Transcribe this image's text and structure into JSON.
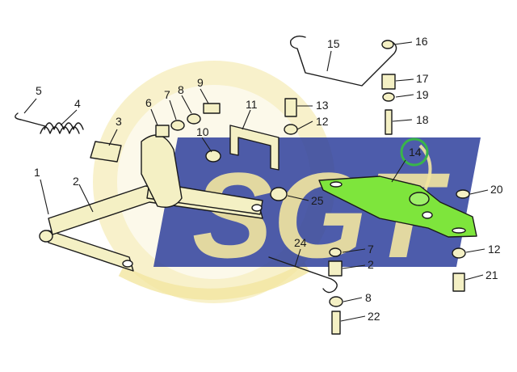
{
  "watermark": {
    "text": "SGT"
  },
  "colors": {
    "part_fill": "#f4f0c4",
    "highlight_part": "#7ee53c",
    "highlight_ring": "#39b54a",
    "watermark_blue": "#2e3f9c",
    "watermark_gold": "#f3e6a0",
    "line": "#1a1a1a"
  },
  "callouts": [
    {
      "id": "c1",
      "label": "1"
    },
    {
      "id": "c2a",
      "label": "2"
    },
    {
      "id": "c2b",
      "label": "2"
    },
    {
      "id": "c3",
      "label": "3"
    },
    {
      "id": "c4",
      "label": "4"
    },
    {
      "id": "c5",
      "label": "5"
    },
    {
      "id": "c6",
      "label": "6"
    },
    {
      "id": "c7a",
      "label": "7"
    },
    {
      "id": "c7b",
      "label": "7"
    },
    {
      "id": "c8a",
      "label": "8"
    },
    {
      "id": "c8b",
      "label": "8"
    },
    {
      "id": "c9",
      "label": "9"
    },
    {
      "id": "c10",
      "label": "10"
    },
    {
      "id": "c11",
      "label": "11"
    },
    {
      "id": "c12a",
      "label": "12"
    },
    {
      "id": "c12b",
      "label": "12"
    },
    {
      "id": "c13",
      "label": "13"
    },
    {
      "id": "c14",
      "label": "14"
    },
    {
      "id": "c15",
      "label": "15"
    },
    {
      "id": "c16",
      "label": "16"
    },
    {
      "id": "c17",
      "label": "17"
    },
    {
      "id": "c18",
      "label": "18"
    },
    {
      "id": "c19",
      "label": "19"
    },
    {
      "id": "c20",
      "label": "20"
    },
    {
      "id": "c21",
      "label": "21"
    },
    {
      "id": "c22",
      "label": "22"
    },
    {
      "id": "c24",
      "label": "24"
    },
    {
      "id": "c25",
      "label": "25"
    }
  ]
}
